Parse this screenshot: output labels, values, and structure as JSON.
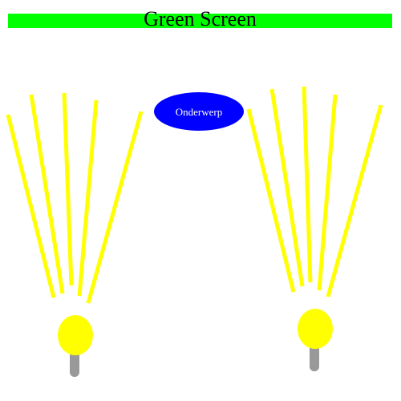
{
  "green_screen": {
    "title": "Green Screen",
    "color": "#00ff00"
  },
  "subject": {
    "label": "Onderwerp",
    "fill": "#0000ff",
    "text_color": "#ffffff"
  },
  "lights": {
    "bulb_color": "#ffff00",
    "stand_color": "#999999",
    "beam_color": "#ffff00",
    "count": 2
  }
}
